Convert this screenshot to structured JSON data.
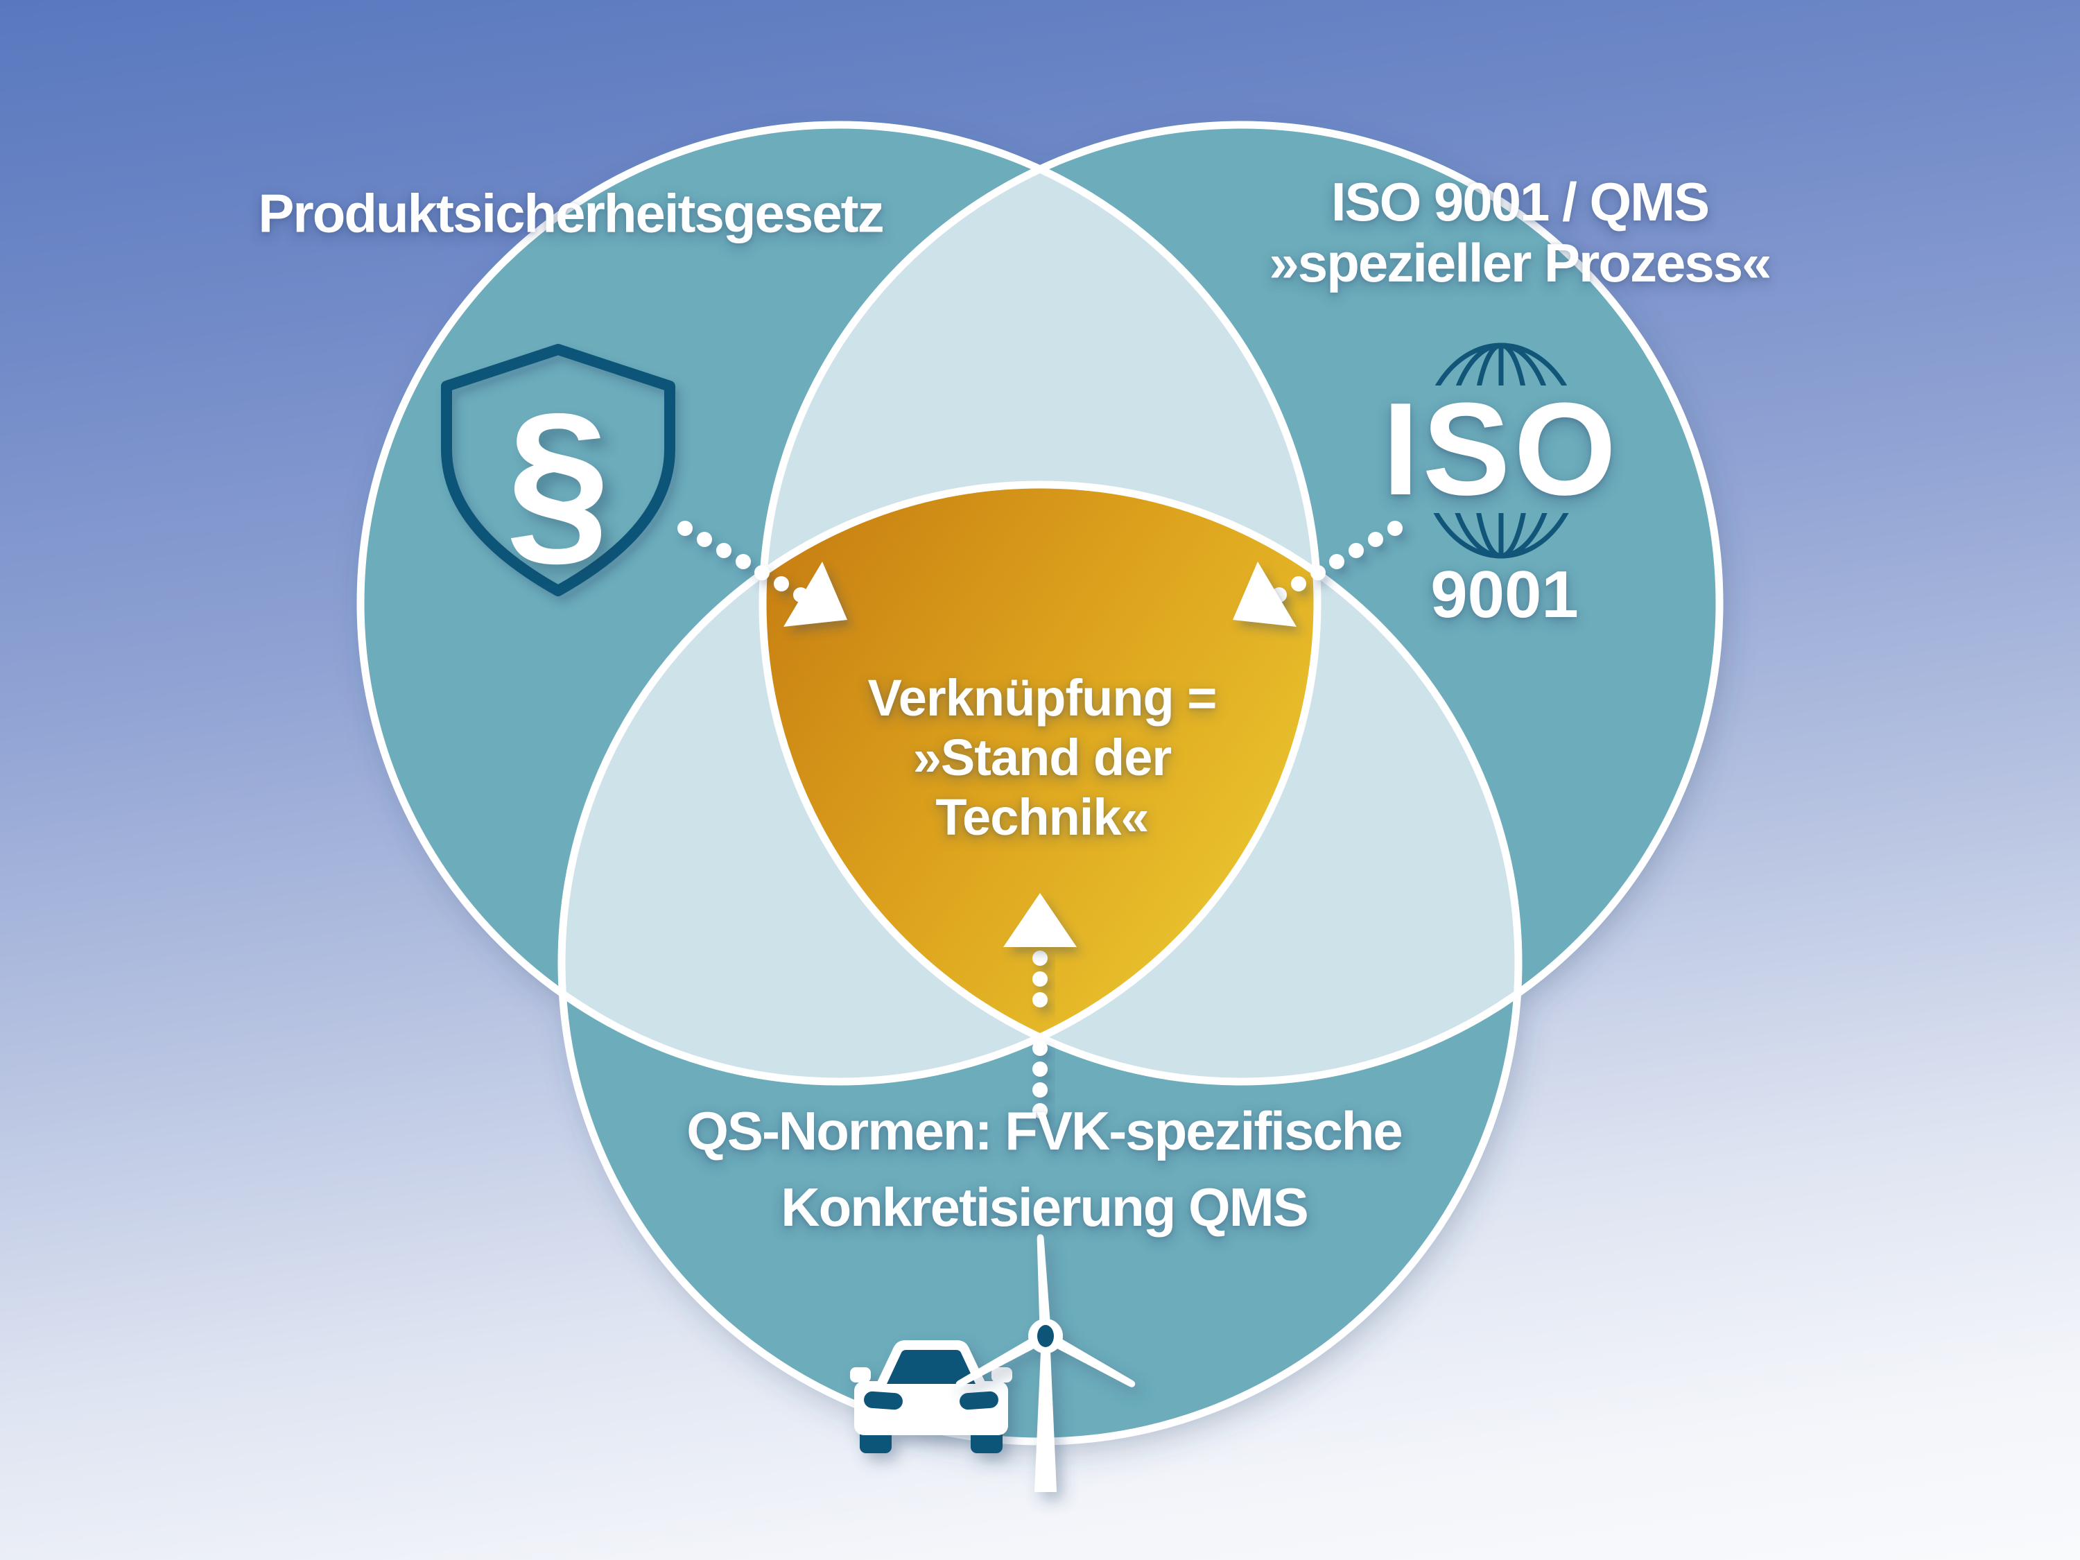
{
  "diagram": {
    "type": "venn-3",
    "labels": {
      "top_left": "Produktsicherheitsgesetz",
      "top_right_line1": "ISO 9001 / QMS",
      "top_right_line2": "»spezieller Prozess«",
      "bottom_line1": "QS-Normen: FVK-spezifische",
      "bottom_line2": "Konkretisierung QMS",
      "center_line1": "Verknüpfung =",
      "center_line2": "»Stand der",
      "center_line3": "Technik«"
    },
    "iso_logo": {
      "main": "ISO",
      "sub": "9001"
    },
    "shield": {
      "symbol": "§"
    },
    "icons": {
      "top_left": "shield-paragraph-icon",
      "top_right": "iso-globe-icon",
      "bottom": [
        "car-icon",
        "wind-turbine-icon"
      ],
      "connectors": "white-dotted-lines-with-arrow-icons"
    },
    "colors": {
      "background_top": "#5878BE",
      "background_bottom": "#F8FAFC",
      "circle_teal": "#6CACBB",
      "overlap_light_blue": "#CEE2E9",
      "center_orange_dark": "#C77F12",
      "center_orange_mid": "#DDA31D",
      "center_orange_light": "#EDCE34",
      "icon_dark_blue": "#115578",
      "outline_white": "#FFFFFF"
    }
  }
}
